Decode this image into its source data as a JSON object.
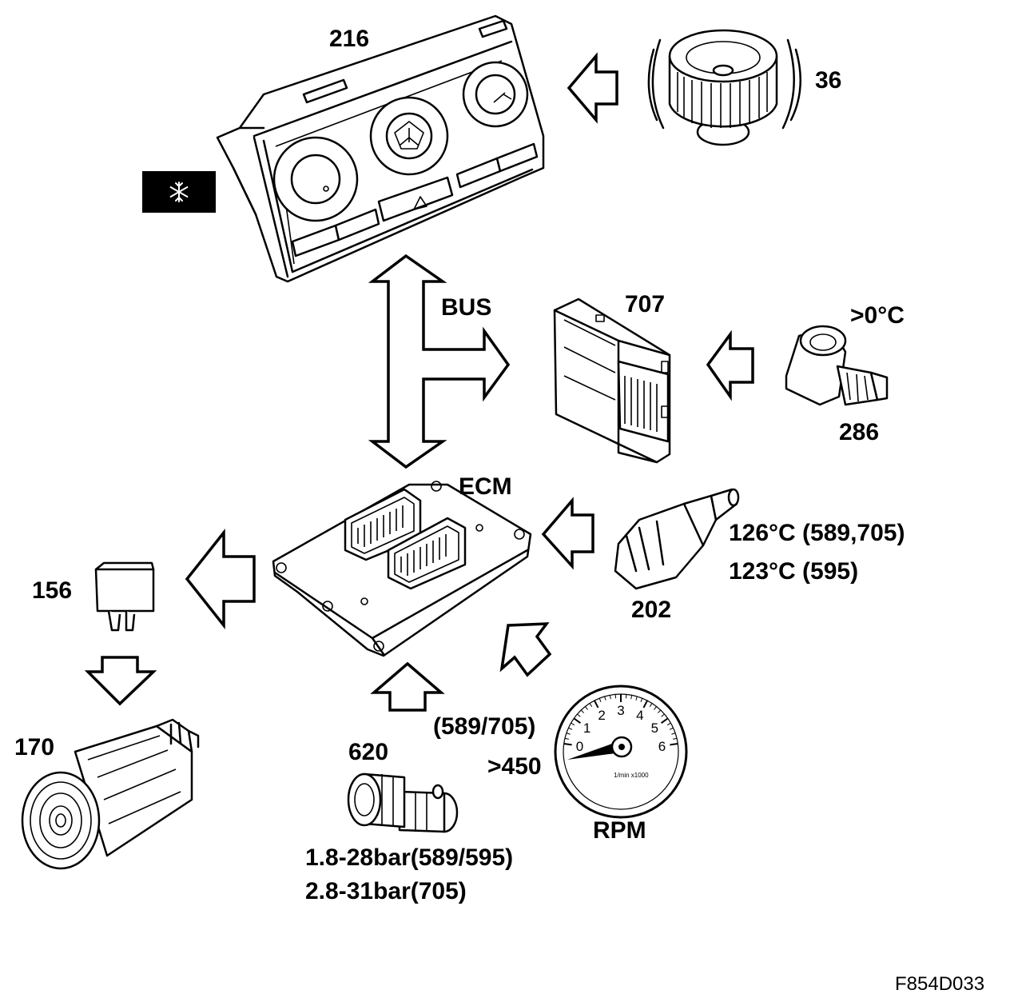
{
  "labels": {
    "climate_panel": "216",
    "blower_fan": "36",
    "bus": "BUS",
    "module_707": "707",
    "outside_temp_threshold": ">0°C",
    "outside_temp_sensor": "286",
    "ecm": "ECM",
    "coolant_temp_1": "126°C (589,705)",
    "coolant_temp_2": "123°C (595)",
    "coolant_sensor": "202",
    "relay": "156",
    "compressor": "170",
    "pressure_sensor": "620",
    "pressure_1": "1.8-28bar(589/595)",
    "pressure_2": "2.8-31bar(705)",
    "rpm_models": "(589/705)",
    "rpm_threshold": ">450",
    "rpm": "RPM",
    "figure_id": "F854D033"
  },
  "tachometer": {
    "ticks": [
      "0",
      "1",
      "2",
      "3",
      "4",
      "5",
      "6"
    ],
    "unit": "1/min x1000"
  },
  "icons": {
    "ac_indicator": "snowflake-icon"
  },
  "colors": {
    "ink": "#000000",
    "paper": "#ffffff"
  }
}
